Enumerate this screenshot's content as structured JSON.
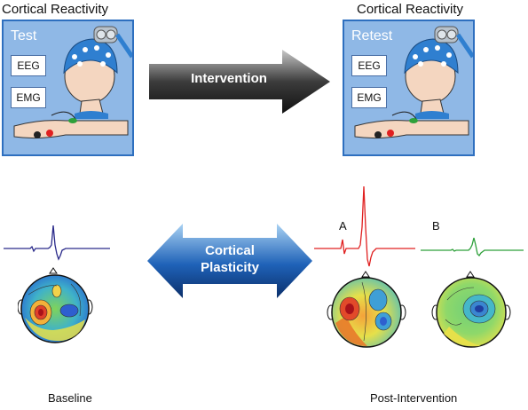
{
  "test_panel": {
    "title": "Cortical Reactivity",
    "label": "Test",
    "tags": [
      "EEG",
      "EMG"
    ]
  },
  "retest_panel": {
    "title": "Cortical Reactivity",
    "label": "Retest",
    "tags": [
      "EEG",
      "EMG"
    ]
  },
  "intervention_arrow": {
    "label": "Intervention"
  },
  "plasticity_arrow": {
    "line1": "Cortical",
    "line2": "Plasticity"
  },
  "traces": {
    "a_label": "A",
    "b_label": "B"
  },
  "captions": {
    "baseline": "Baseline",
    "post": "Post-Intervention"
  },
  "colors": {
    "panel_fill": "#8fb8e6",
    "panel_border": "#2e6fbf",
    "baseline_trace": "#2a2a8a",
    "a_trace": "#e02020",
    "b_trace": "#2ea03a"
  }
}
